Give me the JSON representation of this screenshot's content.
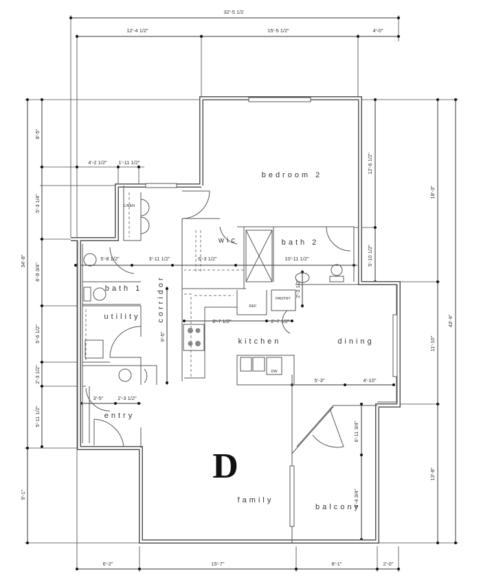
{
  "unit_letter": "D",
  "rooms": {
    "bedroom2": "bedroom 2",
    "wic": "wic",
    "bath2": "bath 2",
    "bath1": "bath 1",
    "utility": "utility",
    "corridor": "corridor",
    "kitchen": "kitchen",
    "dining": "dining",
    "entry": "entry",
    "family": "family",
    "balcony": "balcony"
  },
  "fixtures": {
    "linen": "LINEN",
    "ref": "REF",
    "pantry": "PANTRY",
    "dw": "DW"
  },
  "dimensions": {
    "top_overall": "32'-5 1/2",
    "top": [
      "12'-4 1/2\"",
      "15'-5 1/2\"",
      "4'-0\""
    ],
    "bottom": [
      "6'-2\"",
      "15'-7\"",
      "8'-1\"",
      "2'-0\""
    ],
    "left_overall": [
      "34'-8\"",
      "9'-1\""
    ],
    "left": [
      "8'-5\"",
      "5'-3 1/4\"",
      "6'-8 3/4\"",
      "5'-6 1/2\"",
      "2'-3 1/2\"",
      "5'-11 1/2\""
    ],
    "right_inner": [
      "12'-6 1/2\"",
      "5'-10 1/2\""
    ],
    "right": [
      "18'-3\"",
      "11'-10\"",
      "13'-8\""
    ],
    "right_overall": "43'-9\"",
    "interior": {
      "linen_w1": "4'-2 1/2\"",
      "linen_w2": "1'-11 1/2\"",
      "bath1_w": "5'-8 1/2\"",
      "hall_w": "3'-11 1/2\"",
      "wic_w": "6'-3 1/2\"",
      "bath2_w": "10'-11 1/2\"",
      "corridor_len": "9'-5\"",
      "kitchen_w": "8'-7 1/2\"",
      "pantry_w": "2'-7 1/2\"",
      "pantry_d": "2'-3 1/2\"",
      "dining_a": "5'-3\"",
      "dining_b": "4'-10\"",
      "entry_a": "3'-5\"",
      "entry_b": "2'-3 1/2\"",
      "balcony_a": "6'-11 3/4\"",
      "balcony_b": "8'-4 3/4\""
    }
  }
}
